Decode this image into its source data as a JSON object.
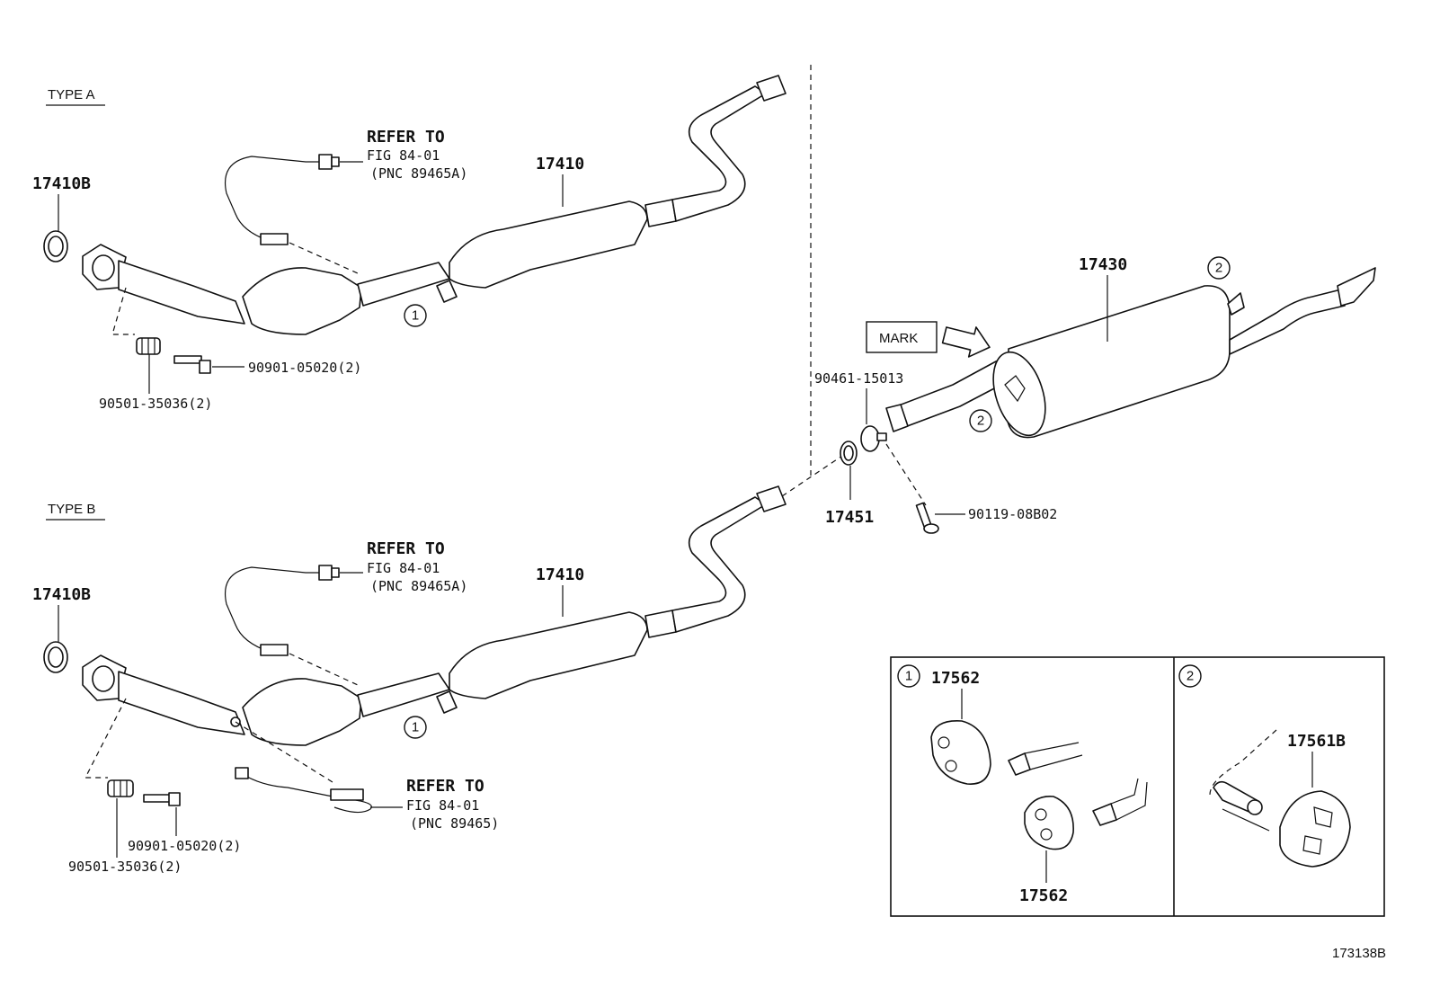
{
  "sections": {
    "type_a": "TYPE A",
    "type_b": "TYPE B"
  },
  "parts": {
    "gasket_front": "17410B",
    "front_pipe": "17410",
    "tail_pipe": "17430",
    "gasket_rear": "17451",
    "bolt": "90901-05020(2)",
    "spring": "90501-35036(2)",
    "nut_90461": "90461-15013",
    "bolt_90119": "90119-08B02",
    "hanger_1": "17562",
    "hanger_2": "17561B"
  },
  "refs": {
    "refer_to": "REFER TO",
    "fig": "FIG 84-01",
    "pnc_a": "(PNC 89465A)",
    "pnc_b": "(PNC 89465)"
  },
  "markers": {
    "one": "1",
    "two": "2"
  },
  "mark_label": "MARK",
  "figure_id": "173138B"
}
